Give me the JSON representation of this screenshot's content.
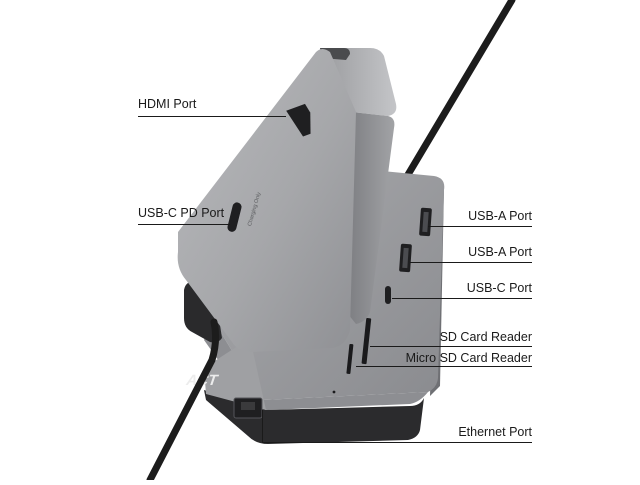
{
  "brand": {
    "logo_text": "ACT"
  },
  "device": {
    "side_print": "Charging Only"
  },
  "callouts": {
    "hdmi": "HDMI Port",
    "usbc_pd": "USB-C PD Port",
    "usba_1": "USB-A Port",
    "usba_2": "USB-A Port",
    "usbc": "USB-C Port",
    "sd": "SD Card Reader",
    "microsd": "Micro SD Card Reader",
    "ethernet": "Ethernet Port"
  },
  "colors": {
    "aluminium_light": "#b3b4b7",
    "aluminium_mid": "#9d9ea1",
    "aluminium_dark": "#7e7f83",
    "plastic_dark": "#2c2c2e",
    "cable": "#1c1c1c",
    "label_text": "#1a1a1a"
  }
}
